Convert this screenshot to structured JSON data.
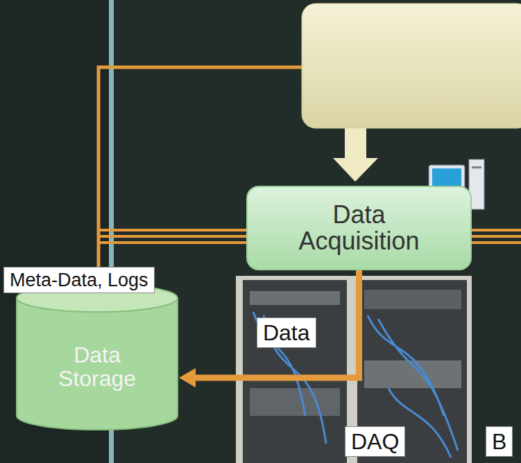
{
  "diagram": {
    "nodes": [
      {
        "text": [
          "Data Acquisition"
        ]
      },
      {
        "text": [
          "Data Storage"
        ]
      }
    ],
    "edges": [
      {
        "from": 0,
        "to": 1,
        "arrow": "to",
        "label": "Data"
      }
    ],
    "labels": [
      "Meta-Data, Logs",
      "DAQ",
      "B"
    ]
  }
}
